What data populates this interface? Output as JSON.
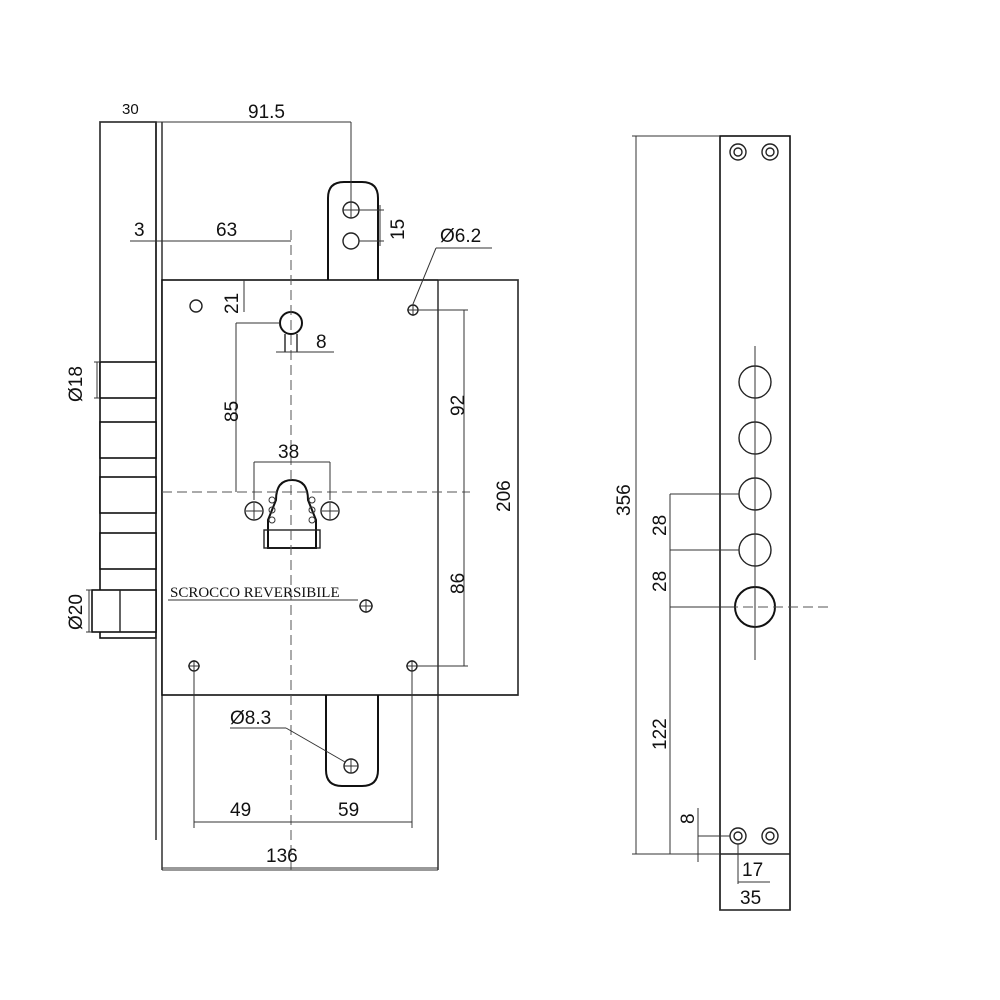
{
  "colors": {
    "line": "#222222",
    "background": "#ffffff"
  },
  "front_view": {
    "dims": {
      "top_width": "30",
      "top_depth": "91.5",
      "hook_travel": "15",
      "offset_small": "3",
      "backset": "63",
      "hole_top_dia": "Ø6.2",
      "spindle_top": "21",
      "spindle_size": "8",
      "bolt_dia": "Ø18",
      "spindle_to_cyl": "85",
      "cyl_width": "38",
      "upper_holes": "92",
      "height_206": "206",
      "lower_holes": "86",
      "latch_dia": "Ø20",
      "bottom_hole_dia": "Ø8.3",
      "bottom_left": "49",
      "bottom_right": "59",
      "bottom_width": "136"
    },
    "label_latch": "SCROCCO REVERSIBILE"
  },
  "side_view": {
    "dims": {
      "total_height": "356",
      "pitch_a": "28",
      "pitch_b": "28",
      "lower": "122",
      "bottom_offset": "8",
      "hole_offset": "17",
      "width": "35"
    }
  }
}
